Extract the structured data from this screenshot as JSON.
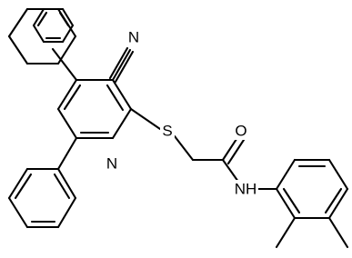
{
  "molecule": {
    "atom_labels": {
      "cyano_n": "N",
      "sulfur": "S",
      "carbonyl_o": "O",
      "ring_n": "N",
      "amide_nh": "NH"
    }
  }
}
